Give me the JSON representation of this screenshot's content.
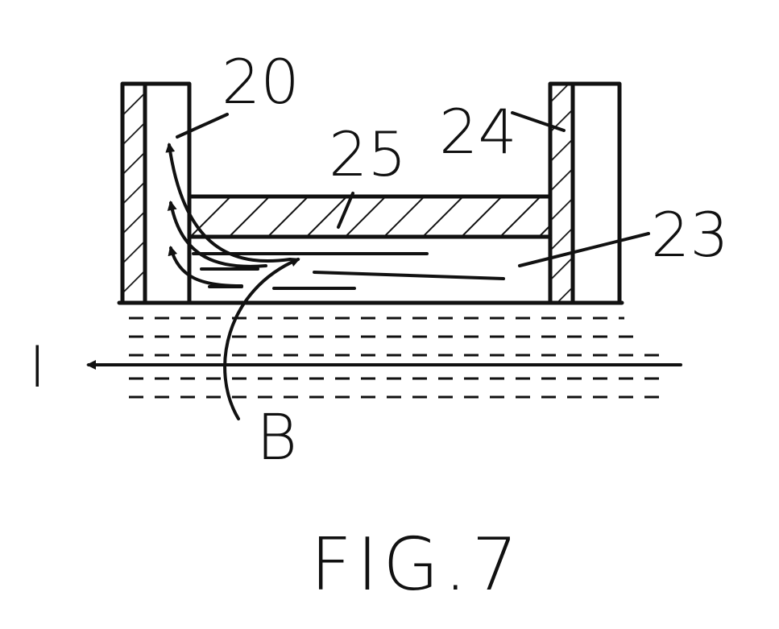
{
  "labels": {
    "part_20": "20",
    "part_24": "24",
    "part_25": "25",
    "part_23": "23",
    "current": "I",
    "field": "B",
    "caption": "FIG.7"
  }
}
